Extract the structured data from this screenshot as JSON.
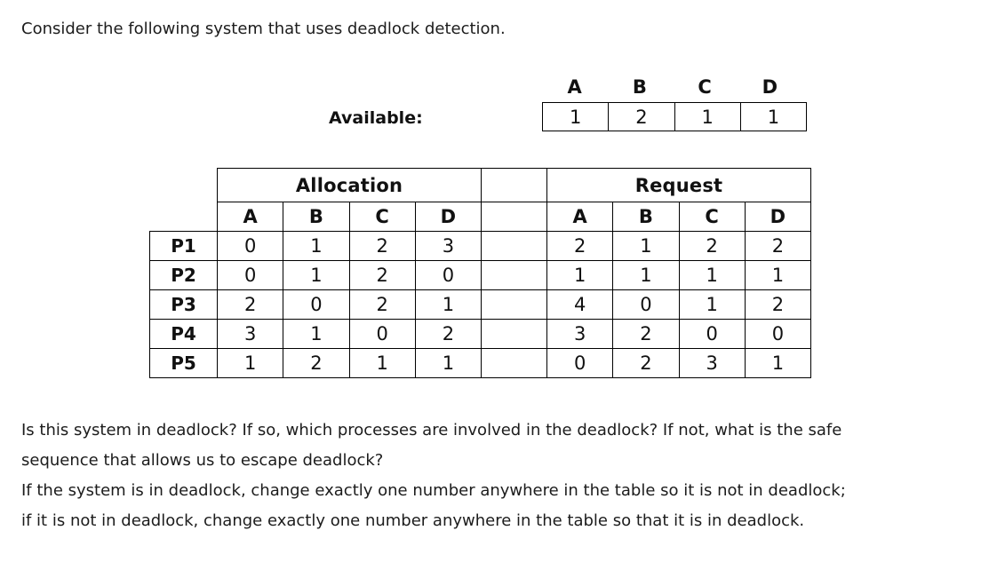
{
  "intro": {
    "text": "Consider the following system that uses deadlock detection."
  },
  "available": {
    "label": "Available:",
    "headers": [
      "A",
      "B",
      "C",
      "D"
    ],
    "values": [
      1,
      2,
      1,
      1
    ]
  },
  "matrix": {
    "group_headers": {
      "allocation": "Allocation",
      "request": "Request",
      "gap": ""
    },
    "resource_headers": [
      "A",
      "B",
      "C",
      "D"
    ],
    "rows": [
      {
        "process": "P1",
        "allocation": [
          0,
          1,
          2,
          3
        ],
        "request": [
          2,
          1,
          2,
          2
        ]
      },
      {
        "process": "P2",
        "allocation": [
          0,
          1,
          2,
          0
        ],
        "request": [
          1,
          1,
          1,
          1
        ]
      },
      {
        "process": "P3",
        "allocation": [
          2,
          0,
          2,
          1
        ],
        "request": [
          4,
          0,
          1,
          2
        ]
      },
      {
        "process": "P4",
        "allocation": [
          3,
          1,
          0,
          2
        ],
        "request": [
          3,
          2,
          0,
          0
        ]
      },
      {
        "process": "P5",
        "allocation": [
          1,
          2,
          1,
          1
        ],
        "request": [
          0,
          2,
          3,
          1
        ]
      }
    ]
  },
  "question": {
    "line1": "Is this system in deadlock? If so, which processes are involved in the deadlock? If not, what is the safe",
    "line2": "sequence that allows us to escape deadlock?",
    "line3": "If the system is in deadlock, change exactly one number anywhere in the table so it is not in deadlock;",
    "line4": "if it is not in deadlock, change exactly one number anywhere in the table so that it is in deadlock."
  },
  "colors": {
    "background": "#ffffff",
    "text": "#1c1c1c",
    "border": "#000000"
  }
}
